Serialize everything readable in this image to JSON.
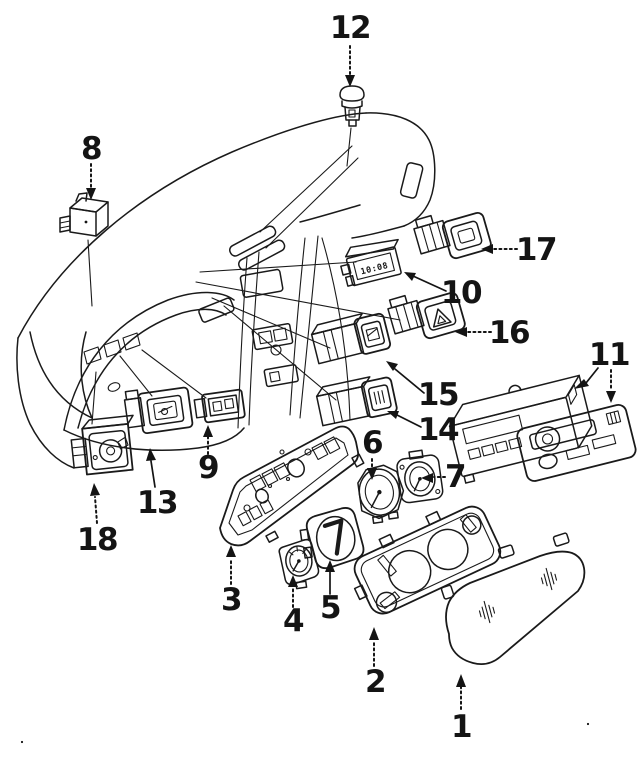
{
  "diagram": {
    "colors": {
      "background": "#ffffff",
      "line": "#1a1a1a"
    },
    "clock_display": "10:08"
  },
  "callouts": [
    {
      "label": "1"
    },
    {
      "label": "2"
    },
    {
      "label": "3"
    },
    {
      "label": "4"
    },
    {
      "label": "5"
    },
    {
      "label": "6"
    },
    {
      "label": "7"
    },
    {
      "label": "8"
    },
    {
      "label": "9"
    },
    {
      "label": "10"
    },
    {
      "label": "11"
    },
    {
      "label": "12"
    },
    {
      "label": "13"
    },
    {
      "label": "14"
    },
    {
      "label": "15"
    },
    {
      "label": "16"
    },
    {
      "label": "17"
    },
    {
      "label": "18"
    }
  ]
}
